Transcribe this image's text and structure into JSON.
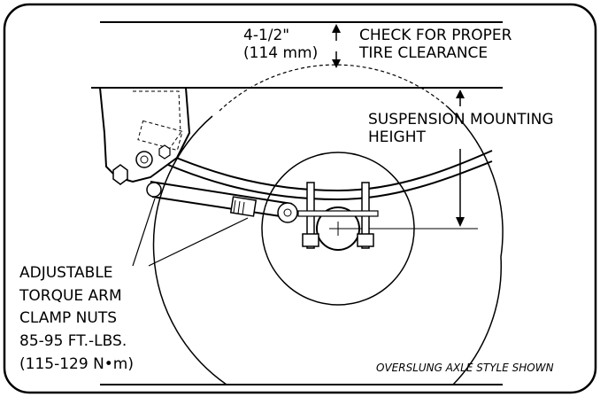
{
  "clearance": {
    "dimension": "4-1/2\"",
    "dimension_metric": "(114 mm)",
    "note_line1": "CHECK FOR PROPER",
    "note_line2": "TIRE CLEARANCE"
  },
  "mounting_height": {
    "line1": "SUSPENSION MOUNTING",
    "line2": "HEIGHT"
  },
  "torque_arm": {
    "line1": "ADJUSTABLE",
    "line2": "TORQUE ARM",
    "line3": "CLAMP NUTS",
    "line4": "85-95 FT.-LBS.",
    "line5": "(115-129 N•m)"
  },
  "caption": "OVERSLUNG AXLE STYLE SHOWN"
}
